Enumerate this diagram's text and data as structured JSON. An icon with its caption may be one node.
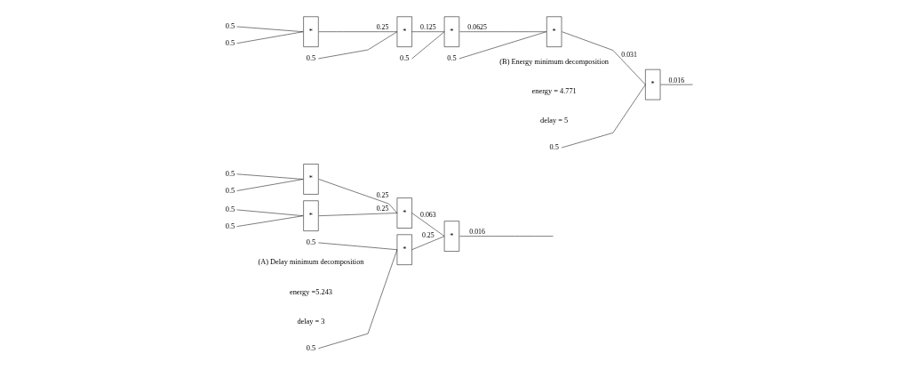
{
  "diagram": {
    "nodes": [
      {
        "text": [
          "0.5"
        ]
      },
      {
        "text": [
          "0.5"
        ]
      },
      {
        "text": [
          "0.5"
        ]
      },
      {
        "text": [
          "0.5"
        ]
      },
      {
        "text": [
          "0.5"
        ]
      },
      {
        "text": [
          "0.5"
        ]
      },
      {
        "text": [
          "*"
        ]
      },
      {
        "text": [
          "*"
        ]
      },
      {
        "text": [
          "*"
        ]
      },
      {
        "text": [
          "*"
        ]
      },
      {
        "text": [
          "*"
        ]
      },
      {
        "text": [
          "0.5"
        ]
      },
      {
        "text": [
          "0.5"
        ]
      },
      {
        "text": [
          "0.5"
        ]
      },
      {
        "text": [
          "0.5"
        ]
      },
      {
        "text": [
          "0.5"
        ]
      },
      {
        "text": [
          "0.5"
        ]
      },
      {
        "text": [
          "*"
        ]
      },
      {
        "text": [
          "*"
        ]
      },
      {
        "text": [
          "*"
        ]
      },
      {
        "text": [
          "*"
        ]
      },
      {
        "text": [
          "*"
        ]
      }
    ],
    "edges": [
      {
        "from": 0,
        "to": 6,
        "arrow": "none"
      },
      {
        "from": 1,
        "to": 6,
        "arrow": "none"
      },
      {
        "from": 2,
        "to": 7,
        "arrow": "none"
      },
      {
        "from": 3,
        "to": 7,
        "arrow": "none"
      },
      {
        "from": 4,
        "to": 8,
        "arrow": "none"
      },
      {
        "from": 5,
        "to": 8,
        "arrow": "none"
      },
      {
        "from": 6,
        "to": 9,
        "label": "0.25",
        "arrow": "none"
      },
      {
        "from": 7,
        "to": 9,
        "label": "0.25",
        "arrow": "none"
      },
      {
        "from": 9,
        "to": 10,
        "label": "0.063",
        "arrow": "none"
      },
      {
        "from": 8,
        "to": 10,
        "label": "0.25",
        "arrow": "none"
      },
      {
        "from": 10,
        "to": null,
        "label": "0.016",
        "arrow": "none"
      },
      {
        "from": 11,
        "to": 17,
        "arrow": "none"
      },
      {
        "from": 12,
        "to": 17,
        "arrow": "none"
      },
      {
        "from": 17,
        "to": 18,
        "label": "0.25",
        "arrow": "none"
      },
      {
        "from": 13,
        "to": 18,
        "arrow": "none"
      },
      {
        "from": 18,
        "to": 19,
        "label": "0.125",
        "arrow": "none"
      },
      {
        "from": 14,
        "to": 19,
        "arrow": "none"
      },
      {
        "from": 19,
        "to": 20,
        "label": "0.0625",
        "arrow": "none"
      },
      {
        "from": 15,
        "to": 20,
        "arrow": "none"
      },
      {
        "from": 20,
        "to": 21,
        "label": "0.031",
        "arrow": "none"
      },
      {
        "from": 16,
        "to": 21,
        "arrow": "none"
      },
      {
        "from": 21,
        "to": null,
        "label": "0.016",
        "arrow": "none"
      }
    ],
    "labels": [
      "delay = 3",
      "energy =5.243",
      "delay = 5",
      "energy = 4.771",
      "(A) Delay minimum decomposition",
      "(B) Energy minimum decomposition"
    ]
  }
}
